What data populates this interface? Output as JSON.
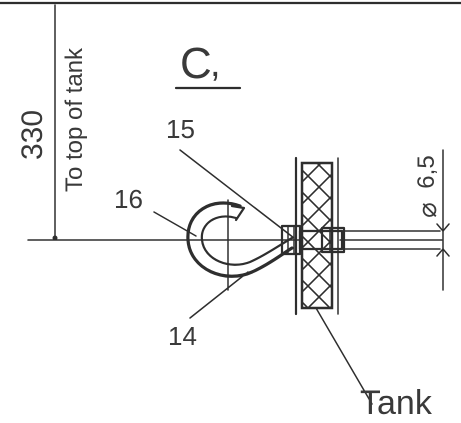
{
  "view_label": "C",
  "view_label_mark": ",",
  "dimension": {
    "value": "330",
    "note": "To top of tank"
  },
  "parts": {
    "part_15": "15",
    "part_16": "16",
    "part_14": "14"
  },
  "diameter_symbol": "⌀",
  "diameter_value": "6,5",
  "tank_label": "Tank",
  "colors": {
    "line": "#2e2e2e",
    "text": "#3a3a3a",
    "background": "#ffffff"
  }
}
